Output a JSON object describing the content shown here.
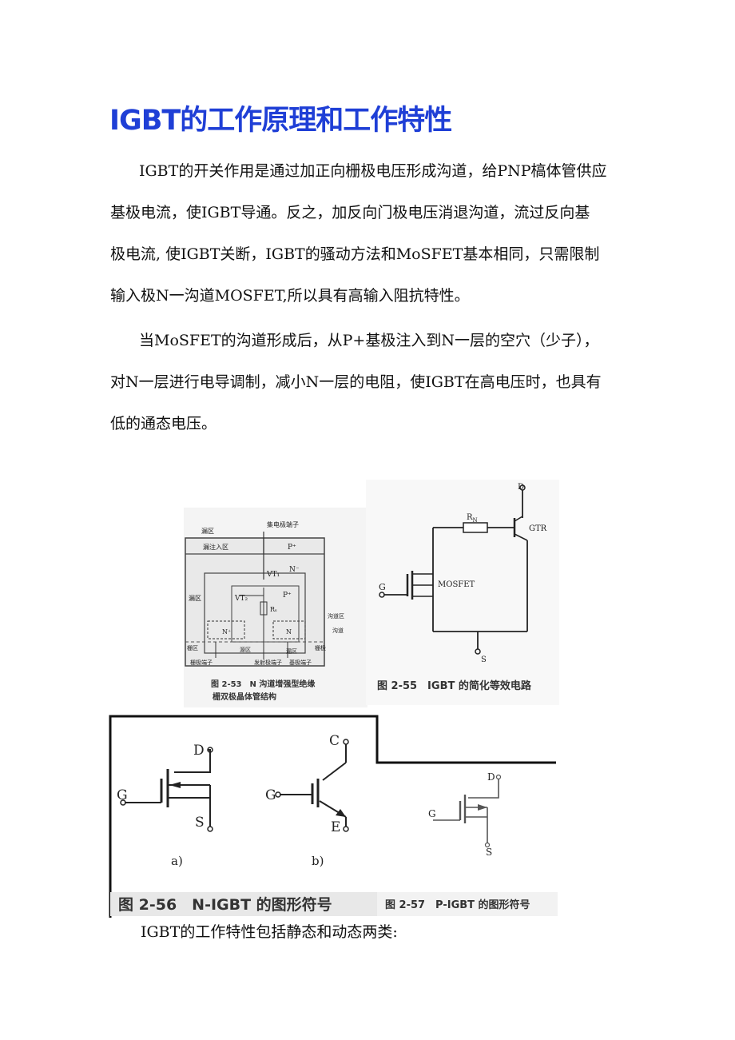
{
  "title": "IGBT的工作原理和工作特性",
  "para1": [
    "IGBT的开关作用是通过加正向栅极电压形成沟道，给PNP槁体管供应",
    "基极电流，使IGBT导通。反之，加反向门极电压消退沟道，流过反向基",
    "极电流, 使IGBT关断，IGBT的骚动方法和MoSFET基本相同，只需限制",
    "输入极N一沟道MOSFET,所以具有高输入阻抗特性。"
  ],
  "para2": [
    "当MoSFET的沟道形成后，从P+基极注入到N一层的空穴（少子），",
    "对N一层进行电导调制，减小N一层的电阻，使IGBT在高电压时，也具有",
    "低的通态电压。"
  ],
  "fig53": {
    "labels": {
      "collector_region": "漏区",
      "collector_terminal": "集电极端子",
      "injection_region": "漏注入区",
      "p_plus": "P⁺",
      "n_minus": "N⁻",
      "vt1": "VT₁",
      "vt2": "VT₂",
      "left_region": "漏区",
      "p_well": "P⁺",
      "rs": "Rₛ",
      "n_left": "N⁺",
      "n_right": "N",
      "channel_region": "沟道区",
      "channel": "沟道",
      "gate_region": "栅区",
      "source_region": "源区",
      "drain_region": "漏区",
      "gate_right": "栅极",
      "gate_terminal": "栅极端子",
      "emitter_terminal": "发射极端子",
      "base_terminal": "基极端子"
    },
    "caption_line1": "图 2-53　N 沟道增强型绝缘",
    "caption_line2": "栅双极晶体管结构"
  },
  "fig55": {
    "labels": {
      "d": "D",
      "rn": "R",
      "rn_sub": "N",
      "gtr": "GTR",
      "g": "G",
      "mosfet": "MOSFET",
      "s": "S"
    },
    "caption": "图 2-55　IGBT 的简化等效电路"
  },
  "fig56": {
    "labels": {
      "d": "D",
      "g": "G",
      "s": "S",
      "c": "C",
      "g2": "G",
      "e": "E",
      "a": "a)",
      "b": "b)"
    },
    "caption": "图 2-56　N-IGBT 的图形符号"
  },
  "fig57": {
    "labels": {
      "d": "D",
      "g": "G",
      "s": "S"
    },
    "caption": "图 2-57　P-IGBT 的图形符号"
  },
  "para3": "IGBT的工作特性包括静态和动态两类:"
}
